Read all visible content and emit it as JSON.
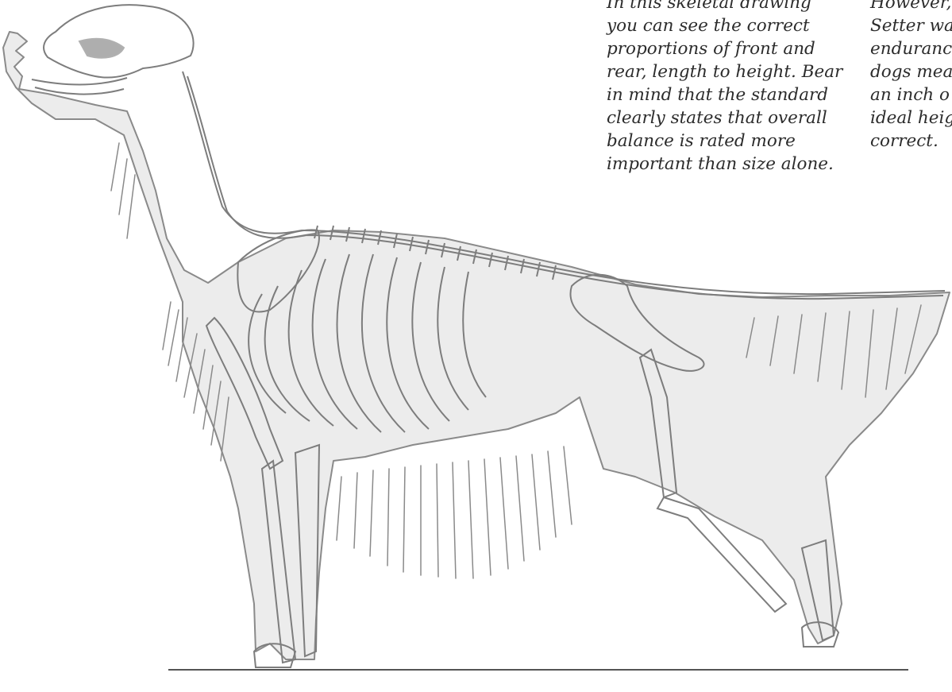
{
  "page": {
    "background": "#ffffff",
    "ink_color": "#7d7d7d",
    "shade_color": "#e9e9e9"
  },
  "illustration": {
    "subject": "skeletal drawing of a setter in standing pose",
    "icon": "dog-skeleton-drawing"
  },
  "captions": {
    "left": {
      "lines": [
        "In this skeletal drawing",
        "you can see the correct",
        "proportions of front and",
        "rear, length to height. Bear",
        "in mind that the standard",
        "clearly states that overall",
        "balance is rated more",
        "important than size alone."
      ]
    },
    "right": {
      "lines": [
        "However,",
        "Setter wa",
        "enduranc",
        "dogs mea",
        "an inch o",
        "ideal heig",
        "correct."
      ]
    }
  }
}
